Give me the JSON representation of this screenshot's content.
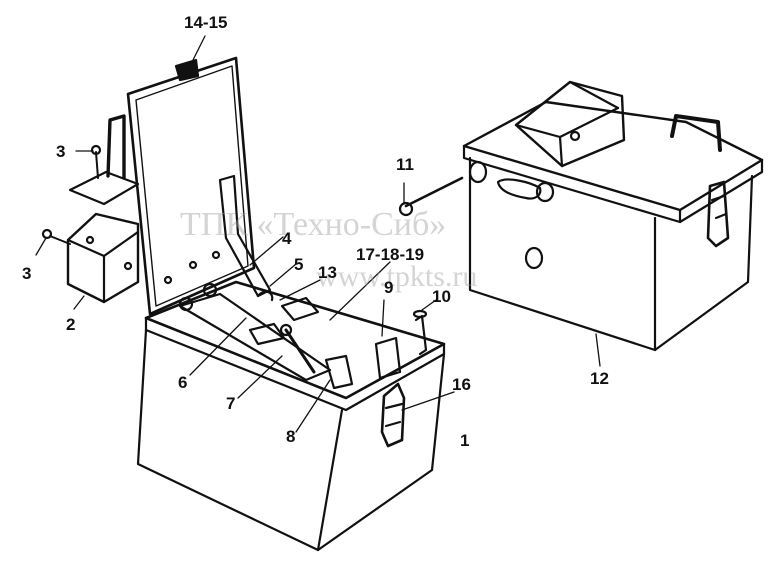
{
  "labels": {
    "l1": "1",
    "l2": "2",
    "l3a": "3",
    "l3b": "3",
    "l4": "4",
    "l5": "5",
    "l6": "6",
    "l7": "7",
    "l8": "8",
    "l9": "9",
    "l10": "10",
    "l11": "11",
    "l12": "12",
    "l13": "13",
    "l14_15": "14-15",
    "l16": "16",
    "l17_18_19": "17-18-19"
  },
  "watermark": {
    "company": "ТПК «Техно-Сиб»",
    "url": "www.tpkts.ru"
  },
  "colors": {
    "line": "#111111",
    "paper": "#ffffff",
    "watermark": "#a0a0a0"
  }
}
